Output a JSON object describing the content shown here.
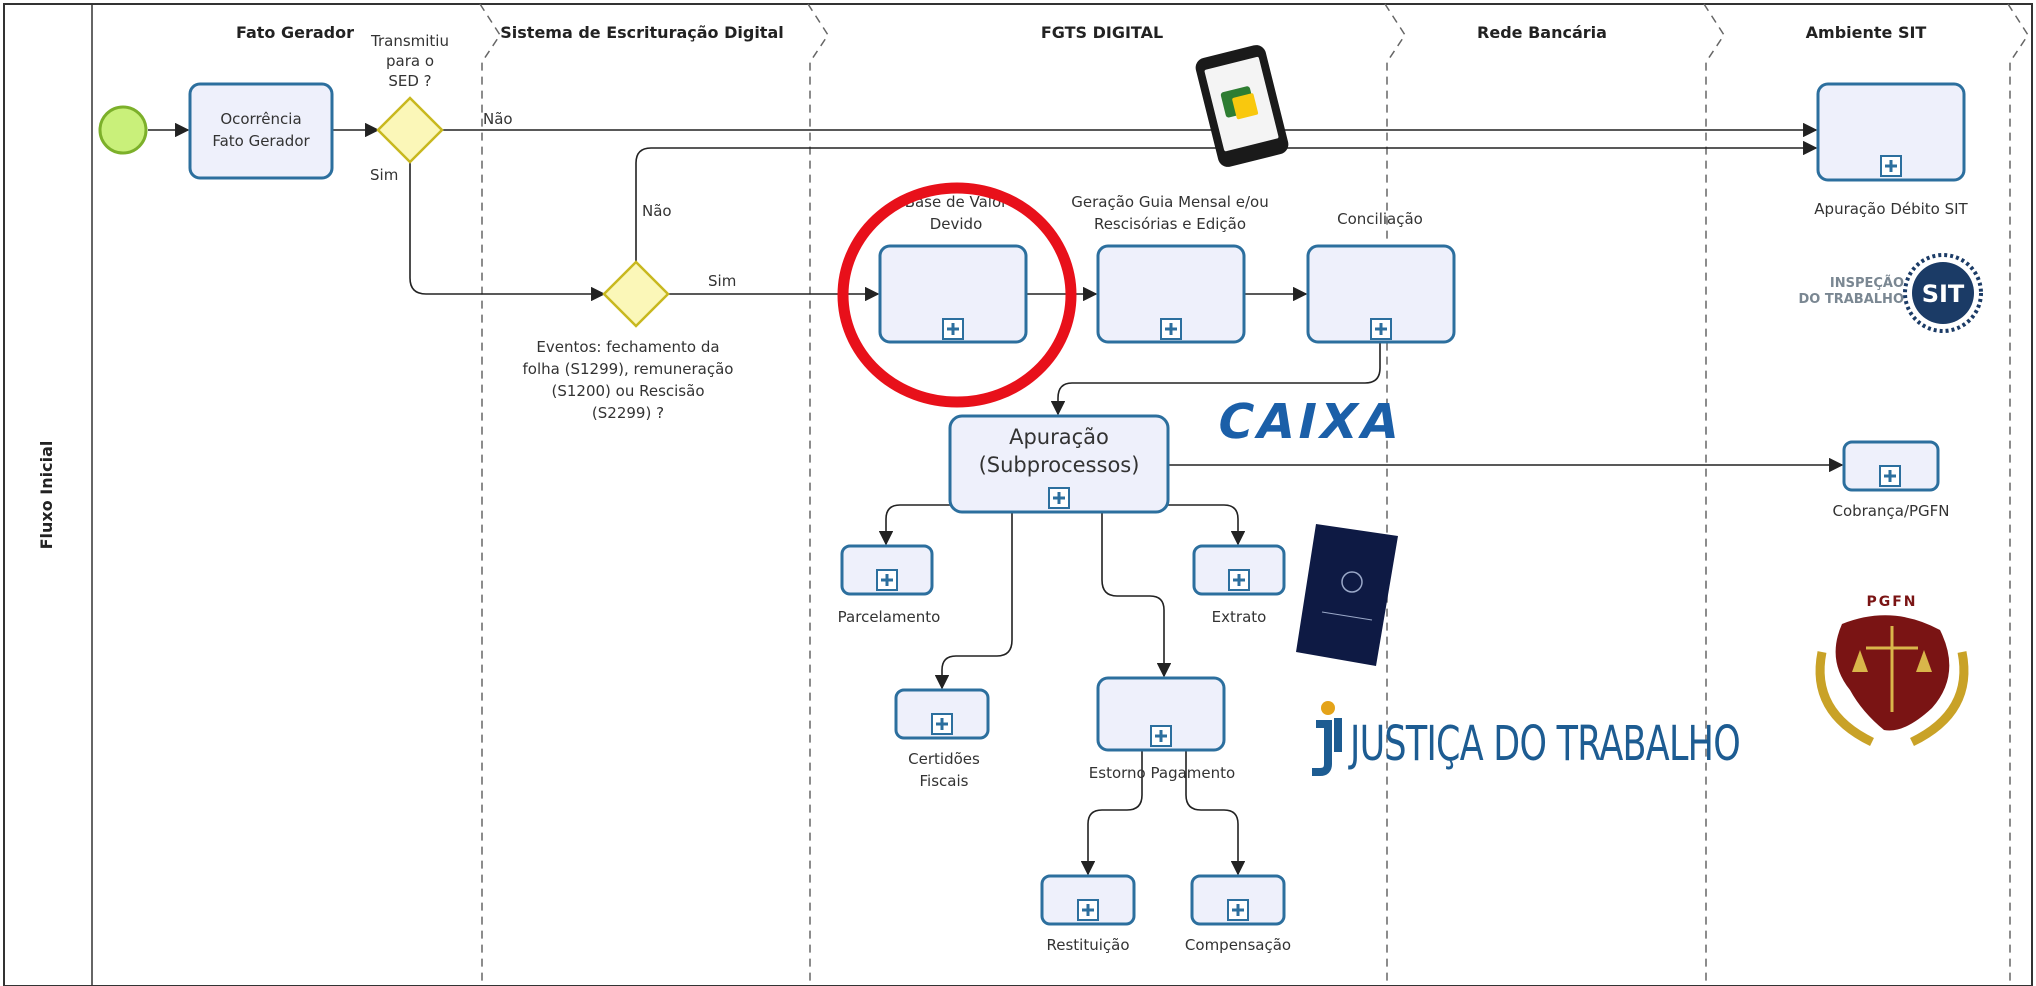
{
  "pool": {
    "label": "Fluxo Inicial"
  },
  "lanes": [
    {
      "title": "Fato Gerador"
    },
    {
      "title": "Sistema de Escrituração Digital"
    },
    {
      "title": "FGTS DIGITAL"
    },
    {
      "title": "Rede Bancária"
    },
    {
      "title": "Ambiente SIT"
    }
  ],
  "gateways": {
    "transmitiu": {
      "lines": [
        "Transmitiu",
        "para o",
        "SED ?"
      ],
      "yes": "Sim",
      "no": "Não"
    },
    "eventos": {
      "lines": [
        "Eventos: fechamento da",
        "folha (S1299), remuneração",
        "(S1200) ou Rescisão",
        "(S2299) ?"
      ],
      "yes": "Sim",
      "no": "Não"
    }
  },
  "tasks": {
    "ocorrencia": {
      "lines": [
        "Ocorrência",
        "Fato Gerador"
      ]
    },
    "base_valor": {
      "lines": [
        "Base de Valor",
        "Devido"
      ]
    },
    "geracao_guia": {
      "lines": [
        "Geração Guia Mensal e/ou",
        "Rescisórias e Edição"
      ]
    },
    "conciliacao": {
      "lines": [
        "Conciliação"
      ]
    },
    "apuracao": {
      "lines": [
        "Apuração",
        "(Subprocessos)"
      ]
    },
    "apuracao_debito": {
      "lines": [
        "Apuração Débito SIT"
      ]
    },
    "cobranca": {
      "lines": [
        "Cobrança/PGFN"
      ]
    },
    "parcelamento": {
      "lines": [
        "Parcelamento"
      ]
    },
    "extrato": {
      "lines": [
        "Extrato"
      ]
    },
    "certidoes": {
      "lines": [
        "Certidões",
        "Fiscais"
      ]
    },
    "estorno": {
      "lines": [
        "Estorno Pagamento"
      ]
    },
    "restituicao": {
      "lines": [
        "Restituição"
      ]
    },
    "compensacao": {
      "lines": [
        "Compensação"
      ]
    }
  },
  "logos": {
    "caixa": "CAIXA",
    "justica": "JUSTIÇA DO TRABALHO",
    "sit_inspecao": [
      "INSPEÇÃO",
      "DO TRABALHO"
    ],
    "sit_badge": "SIT",
    "pgfn": "PGFN"
  },
  "colors": {
    "task_fill": "#eef0fb",
    "task_stroke": "#2c6f9e",
    "gateway_fill": "#fbf7b8",
    "gateway_stroke": "#c8b81f",
    "start_fill": "#c9f07a",
    "highlight": "#e8101a",
    "caixa_blue": "#1b5fa8",
    "justica_blue": "#1d5c92"
  }
}
